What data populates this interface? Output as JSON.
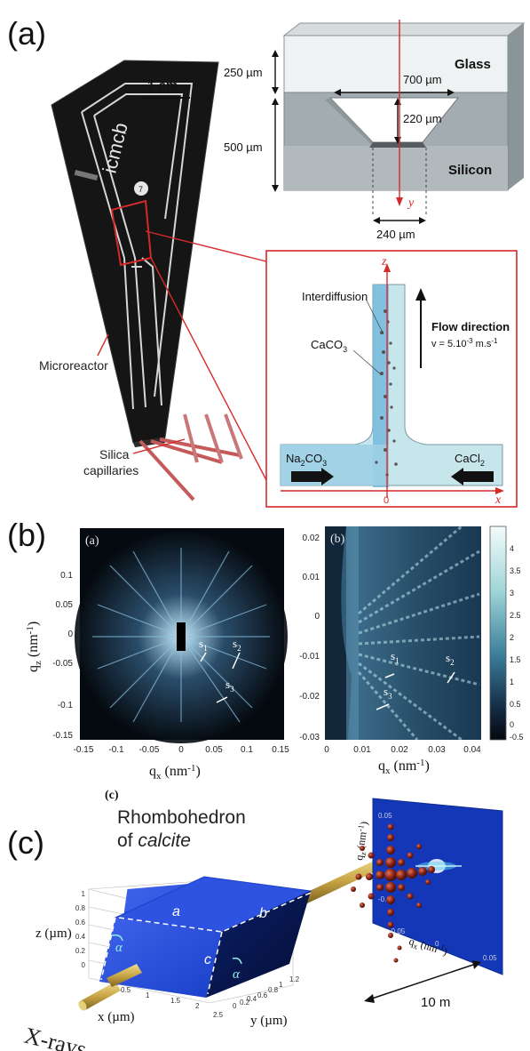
{
  "panel_labels": {
    "a": "(a)",
    "b": "(b)",
    "c": "(c)",
    "c_inner": "(c)"
  },
  "microreactor": {
    "scale_bar": "1 cm",
    "chip_text": "icmcb",
    "label_microreactor": "Microreactor",
    "label_capillaries_line1": "Silica",
    "label_capillaries_line2": "capillaries"
  },
  "cross_section": {
    "glass": "Glass",
    "silicon": "Silicon",
    "dim_glass": "250 µm",
    "dim_silicon": "500 µm",
    "dim_top": "700 µm",
    "dim_depth": "220 µm",
    "dim_bottom": "240 µm",
    "axis_y": "y"
  },
  "channel_inset": {
    "axis_z": "z",
    "axis_x": "x",
    "origin": "0",
    "interdiffusion": "Interdiffusion",
    "caco3": "CaCO",
    "caco3_sub": "3",
    "flow_title": "Flow direction",
    "flow_value": "v = 5.10",
    "flow_exp": "-3",
    "flow_unit": " m.s",
    "flow_unit_exp": "-1",
    "na2co3_a": "Na",
    "na2co3_sub": "2",
    "na2co3_b": "CO",
    "na2co3_sub2": "3",
    "cacl2_a": "CaCl",
    "cacl2_sub": "2"
  },
  "saxs_left": {
    "sub_label": "(a)",
    "ylabel_main": "q",
    "ylabel_sub": "z",
    "ylabel_unit": " (nm",
    "ylabel_exp": "-1",
    "ylabel_close": ")",
    "xlabel_main": "q",
    "xlabel_sub": "x",
    "xlabel_unit": " (nm",
    "xlabel_exp": "-1",
    "xlabel_close": ")",
    "yticks": [
      "0.1",
      "0.05",
      "0",
      "-0.05",
      "-0.1",
      "-0.15"
    ],
    "xticks": [
      "-0.15",
      "-0.1",
      "-0.05",
      "0",
      "0.05",
      "0.1",
      "0.15"
    ],
    "s1": "s",
    "s1_sub": "1",
    "s2": "s",
    "s2_sub": "2",
    "s3": "s",
    "s3_sub": "3"
  },
  "saxs_right": {
    "sub_label": "(b)",
    "yticks": [
      "0.02",
      "0.01",
      "0",
      "-0.01",
      "-0.02",
      "-0.03"
    ],
    "xticks": [
      "0",
      "0.01",
      "0.02",
      "0.03",
      "0.04"
    ],
    "xlabel_main": "q",
    "xlabel_sub": "x",
    "xlabel_unit": " (nm",
    "xlabel_exp": "-1",
    "xlabel_close": ")",
    "colorbar_ticks": [
      "4",
      "3.5",
      "3",
      "2.5",
      "2",
      "1.5",
      "1",
      "0.5",
      "0",
      "-0.5"
    ],
    "s1": "s",
    "s1_sub": "1",
    "s2": "s",
    "s2_sub": "2",
    "s3": "s",
    "s3_sub": "3"
  },
  "calcite": {
    "title_line1": "Rhombohedron",
    "title_line2_a": "of ",
    "title_line2_b": "calcite",
    "edge_a": "a",
    "edge_b": "b",
    "edge_c": "c",
    "alpha": "α",
    "z_axis": "z (µm)",
    "x_axis": "x (µm)",
    "y_axis": "y (µm)",
    "xrays": "X-rays",
    "distance": "10 m",
    "z_ticks": [
      "1",
      "0.8",
      "0.6",
      "0.4",
      "0.2",
      "0"
    ],
    "x_ticks": [
      "0.5",
      "1",
      "1.5",
      "2",
      "2.5"
    ],
    "y_ticks": [
      "0",
      "0.2",
      "0.4",
      "0.6",
      "0.8",
      "1",
      "1.2"
    ],
    "det_qz_main": "q",
    "det_qz_sub": "z",
    "det_qz_unit": " (nm",
    "det_qz_exp": "-1",
    "det_qz_close": ")",
    "det_qx_main": "q",
    "det_qx_sub": "x",
    "det_qx_unit": " (nm",
    "det_qx_exp": "-1",
    "det_qx_close": ")",
    "det_ticks_top": "0.05",
    "det_ticks_mid": "0",
    "det_ticks_bot": "-0.05",
    "det_ticks_xr": "0.05",
    "det_ticks_x0": "0",
    "det_ticks_xl": "-0.05"
  },
  "colors": {
    "red": "#d42a2a",
    "chip": "#151515",
    "calcite_blue": "#1f47d6",
    "detector_blue": "#1437b8",
    "rod": "#c9a646",
    "silicon": "#a3acb0",
    "glass": "#e4e9ea",
    "inset_fill": "#c9e6f2",
    "inset_mid": "#6fb7db"
  }
}
